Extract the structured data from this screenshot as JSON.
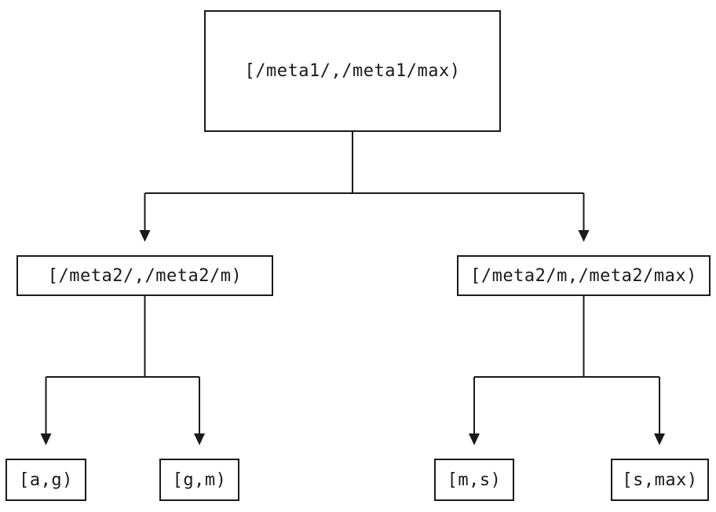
{
  "diagram": {
    "type": "tree",
    "background_color": "#ffffff",
    "line_color": "#1a1a1a",
    "nodes": {
      "root": {
        "label": "[/meta1/,/meta1/max)"
      },
      "meta2_left": {
        "label": "[/meta2/,/meta2/m)"
      },
      "meta2_right": {
        "label": "[/meta2/m,/meta2/max)"
      },
      "leaf_a_g": {
        "label": "[a,g)"
      },
      "leaf_g_m": {
        "label": "[g,m)"
      },
      "leaf_m_s": {
        "label": "[m,s)"
      },
      "leaf_s_max": {
        "label": "[s,max)"
      }
    },
    "edges": [
      {
        "from": "root",
        "to": "meta2_left"
      },
      {
        "from": "root",
        "to": "meta2_right"
      },
      {
        "from": "meta2_left",
        "to": "leaf_a_g"
      },
      {
        "from": "meta2_left",
        "to": "leaf_g_m"
      },
      {
        "from": "meta2_right",
        "to": "leaf_m_s"
      },
      {
        "from": "meta2_right",
        "to": "leaf_s_max"
      }
    ]
  }
}
